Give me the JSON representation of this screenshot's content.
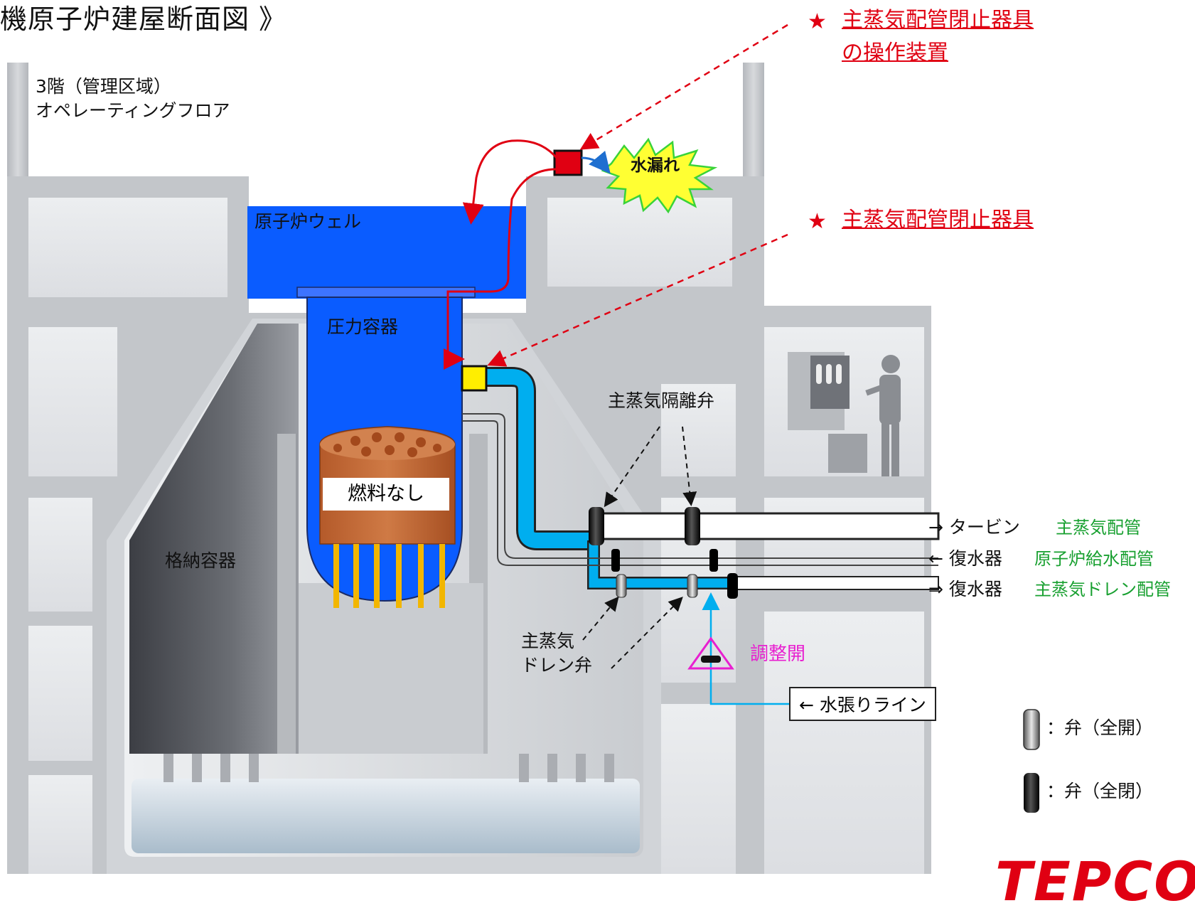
{
  "title": "機原子炉建屋断面図 》",
  "floor": {
    "line1": "3階（管理区域）",
    "line2": "オペレーティングフロア"
  },
  "components": {
    "reactor_well": "原子炉ウェル",
    "pressure_vessel": "圧力容器",
    "containment": "格納容器",
    "fuel": "燃料なし",
    "leak": "水漏れ"
  },
  "callouts": {
    "star": "★",
    "operating_device_line1": "主蒸気配管閉止器具",
    "operating_device_line2": "の操作装置",
    "plug": "主蒸気配管閉止器具",
    "isolation_valve": "主蒸気隔離弁",
    "drain_valve_line1": "主蒸気",
    "drain_valve_line2": "ドレン弁",
    "adjust_open": "調整開",
    "fill_line": "← 水張りライン"
  },
  "pipes": [
    {
      "direction": "→ タービン",
      "name": "主蒸気配管"
    },
    {
      "direction": "← 復水器",
      "name": "原子炉給水配管"
    },
    {
      "direction": "⇒ 復水器",
      "name": "主蒸気ドレン配管"
    }
  ],
  "legend": [
    {
      "label": "：弁（全開）",
      "state": "open"
    },
    {
      "label": "：弁（全閉）",
      "state": "closed"
    }
  ],
  "logo": "TEPCO",
  "colors": {
    "well_water": "#0a5cff",
    "steam_pipe": "#00aeef",
    "structure": "#c8cace",
    "callout_red": "#e00012",
    "pipe_label_green": "#18a030",
    "adjust_magenta": "#e81fd0",
    "plug_yellow": "#ffee00"
  }
}
